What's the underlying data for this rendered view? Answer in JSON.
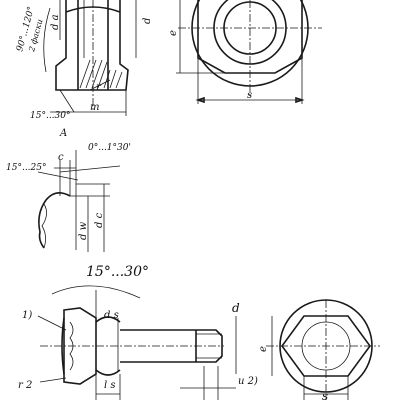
{
  "labels": {
    "top_angle": "90°...120°",
    "top_chamfer_note": "2 фаски",
    "dim_da": "d a",
    "dim_d_top": "d",
    "dim_e_top": "e",
    "dim_s_top": "s",
    "dim_r": "r",
    "dim_m": "m",
    "angle_15_30_top": "15°...30°",
    "view_A": "A",
    "detail_angle_left": "15°...25°",
    "detail_c": "c",
    "detail_angle_right": "0°...1°30'",
    "detail_dw": "d w",
    "detail_dc": "d c",
    "bolt_angle": "15°...30°",
    "bolt_note_1": "1)",
    "bolt_ds": "d s",
    "bolt_d": "d",
    "bolt_e": "e",
    "bolt_r2": "r 2",
    "bolt_ls": "l s",
    "bolt_u": "u 2)",
    "bolt_s": "s"
  }
}
